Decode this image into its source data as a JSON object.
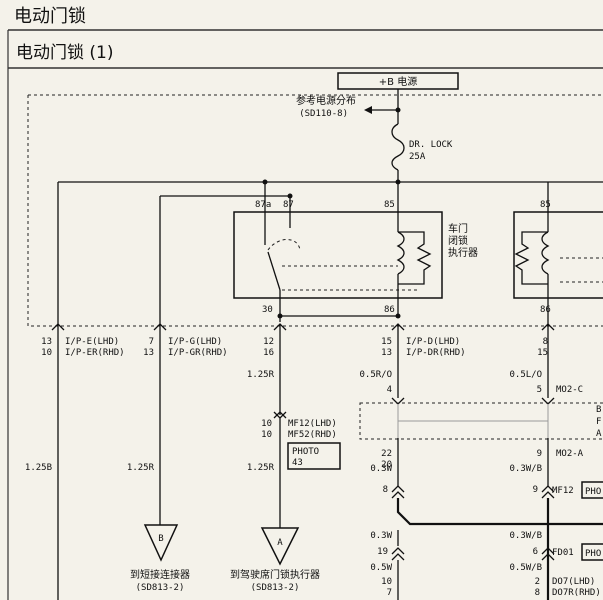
{
  "page": {
    "title": "电动门锁",
    "subtitle": "电动门锁 (1)"
  },
  "diagram": {
    "power_label": "+B 电源",
    "ref_power": "参考电源分布",
    "ref_power_code": "(SD110-8)",
    "fuse_name": "DR. LOCK",
    "fuse_rating": "25A",
    "relay_pins": [
      "87a",
      "87",
      "85",
      "30",
      "86"
    ],
    "actuator_label": [
      "车门",
      "闭锁",
      "执行器"
    ],
    "right_pins": [
      "85",
      "86"
    ],
    "conn_left": [
      {
        "pins": [
          "13",
          "10"
        ],
        "names": [
          "I/P-E(LHD)",
          "I/P-ER(RHD)"
        ]
      },
      {
        "pins": [
          "7",
          "13"
        ],
        "names": [
          "I/P-G(LHD)",
          "I/P-GR(RHD)"
        ]
      },
      {
        "pins": [
          "12",
          "16"
        ],
        "names": []
      },
      {
        "pins": [
          "15",
          "13"
        ],
        "names": [
          "I/P-D(LHD)",
          "I/P-DR(RHD)"
        ]
      },
      {
        "pins": [
          "8",
          "15"
        ],
        "names": []
      }
    ],
    "wires": {
      "w1": "1.25B",
      "w2": "1.25R",
      "w3": "1.25R",
      "w3b": "1.25R",
      "w4a": "0.5R/O",
      "w5a": "0.5L/O",
      "w4b": "0.3W",
      "w5b": "0.3W/B",
      "w4c": "0.3W",
      "w5c": "0.3W/B",
      "w4d": "0.5W",
      "w5d": "0.5W/B"
    },
    "mf": {
      "pins": [
        "10",
        "10"
      ],
      "names": [
        "MF12(LHD)",
        "MF52(RHD)"
      ],
      "photo": [
        "PHOTO",
        "43"
      ]
    },
    "pin_4": "4",
    "mo2c": {
      "pin": "5",
      "name": "MO2-C"
    },
    "right_box_letters": [
      "B",
      "F",
      "A"
    ],
    "mid_pins": {
      "a": "22",
      "b": "20",
      "c": "8",
      "d": "19",
      "e1": "10",
      "e2": "7"
    },
    "mo2a": {
      "pin": "9",
      "name": "MO2-A"
    },
    "mf12": {
      "pin": "9",
      "name": "MF12"
    },
    "photo_short": "PHO",
    "fd01": {
      "pin": "6",
      "name": "FD01"
    },
    "do7": {
      "pins": [
        "2",
        "8"
      ],
      "names": [
        "DO7(LHD)",
        "DO7R(RHD)"
      ]
    },
    "term_b": {
      "letter": "B",
      "label": "到短接连接器",
      "code": "(SD813-2)"
    },
    "term_a": {
      "letter": "A",
      "label": "到驾驶席门锁执行器",
      "code": "(SD813-2)"
    }
  }
}
